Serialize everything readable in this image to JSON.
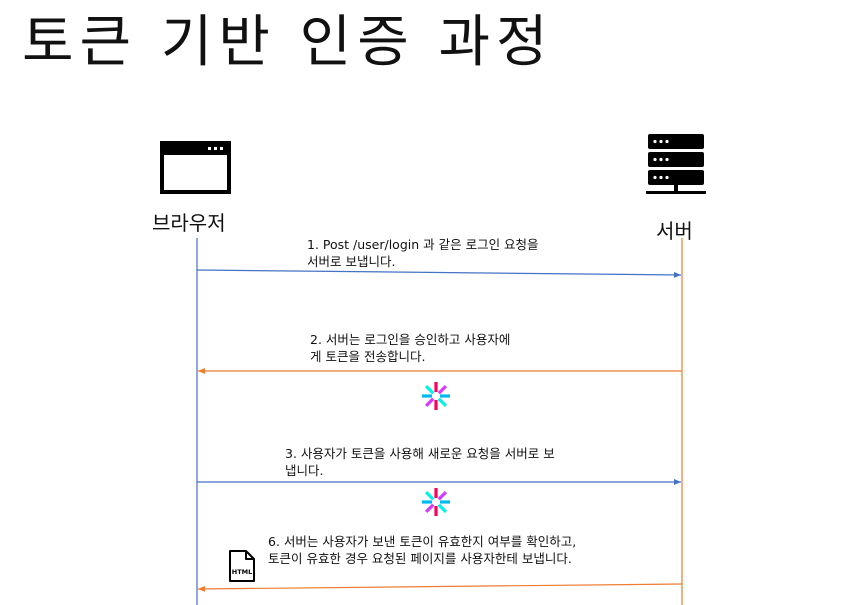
{
  "title": "토큰 기반 인증 과정",
  "actors": {
    "client": {
      "label": "브라우저",
      "icon": "browser-window-icon",
      "color": "#4472c4"
    },
    "server": {
      "label": "서버",
      "icon": "server-rack-icon",
      "color": "#ed7d31"
    }
  },
  "messages": [
    {
      "label": "1. Post /user/login 과 같은 로그인 요청을\n서버로 보냅니다.",
      "direction": "client-to-server"
    },
    {
      "label": "2. 서버는 로그인을 승인하고 사용자에\n게 토큰을 전송합니다.",
      "direction": "server-to-client"
    },
    {
      "label": "3. 사용자가 토큰을 사용해 새로운 요청을 서버로 보\n냅니다.",
      "direction": "client-to-server"
    },
    {
      "label": "6. 서버는 사용자가 보낸 토큰이 유효한지 여부를 확인하고,\n토큰이 유효한 경우 요청된 페이지를 사용자한테 보냅니다.",
      "direction": "server-to-client"
    }
  ],
  "token_icons": [
    "jwt-logo-icon",
    "jwt-logo-icon"
  ],
  "response_icon": {
    "name": "html-file-icon",
    "text": "HTML"
  }
}
